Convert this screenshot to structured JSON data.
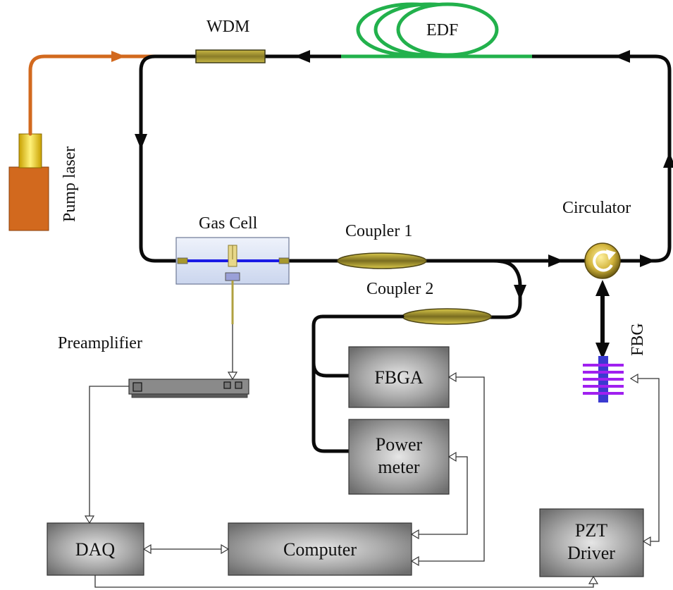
{
  "labels": {
    "wdm": "WDM",
    "edf": "EDF",
    "pump_laser": "Pump laser",
    "gas_cell": "Gas Cell",
    "coupler1": "Coupler 1",
    "coupler2": "Coupler 2",
    "circulator": "Circulator",
    "fbg": "FBG",
    "preamplifier": "Preamplifier"
  },
  "blocks": {
    "fbga": "FBGA",
    "power_meter_line1": "Power",
    "power_meter_line2": "meter",
    "daq": "DAQ",
    "computer": "Computer",
    "pzt_line1": "PZT",
    "pzt_line2": "Driver"
  },
  "colors": {
    "pump_fiber": "#D2691E",
    "edf_fiber": "#22B14C",
    "gas_cell_beam": "#1A1AE6",
    "fbg_teeth": "#A020F0",
    "fbg_core": "#3A3AD0",
    "block_fill": "#7A7A7A",
    "coupler": "#C8B43C"
  }
}
